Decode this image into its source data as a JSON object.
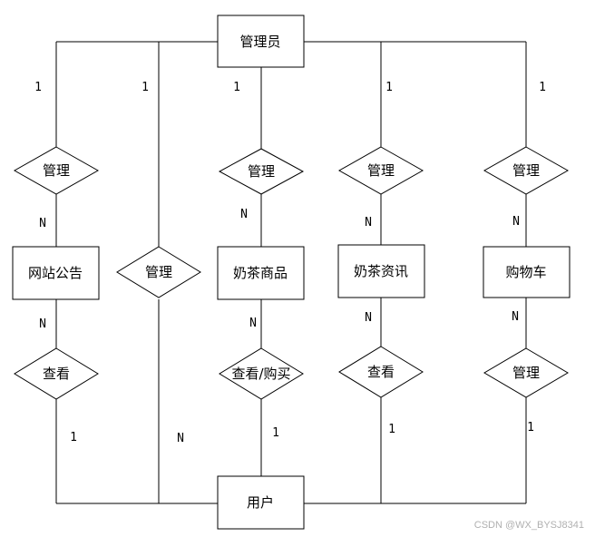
{
  "entities": {
    "admin": "管理员",
    "notice": "网站公告",
    "product": "奶茶商品",
    "news": "奶茶资讯",
    "cart": "购物车",
    "user": "用户"
  },
  "relations": {
    "manage_notice": "管理",
    "manage_user": "管理",
    "manage_product": "管理",
    "manage_news": "管理",
    "manage_cart": "管理",
    "view_notice": "查看",
    "view_buy_product": "查看/购买",
    "view_news": "查看",
    "user_manage_cart": "管理"
  },
  "cardinalities": {
    "c1": "1",
    "c2": "1",
    "c3": "1",
    "c4": "1",
    "c5": "1",
    "c6": "N",
    "c7": "N",
    "c8": "N",
    "c9": "N",
    "c10": "N",
    "c11": "N",
    "c12": "N",
    "c13": "N",
    "c14": "N",
    "c15": "1",
    "c16": "1",
    "c17": "1",
    "c18": "1"
  },
  "watermark": "CSDN @WX_BYSJ8341"
}
